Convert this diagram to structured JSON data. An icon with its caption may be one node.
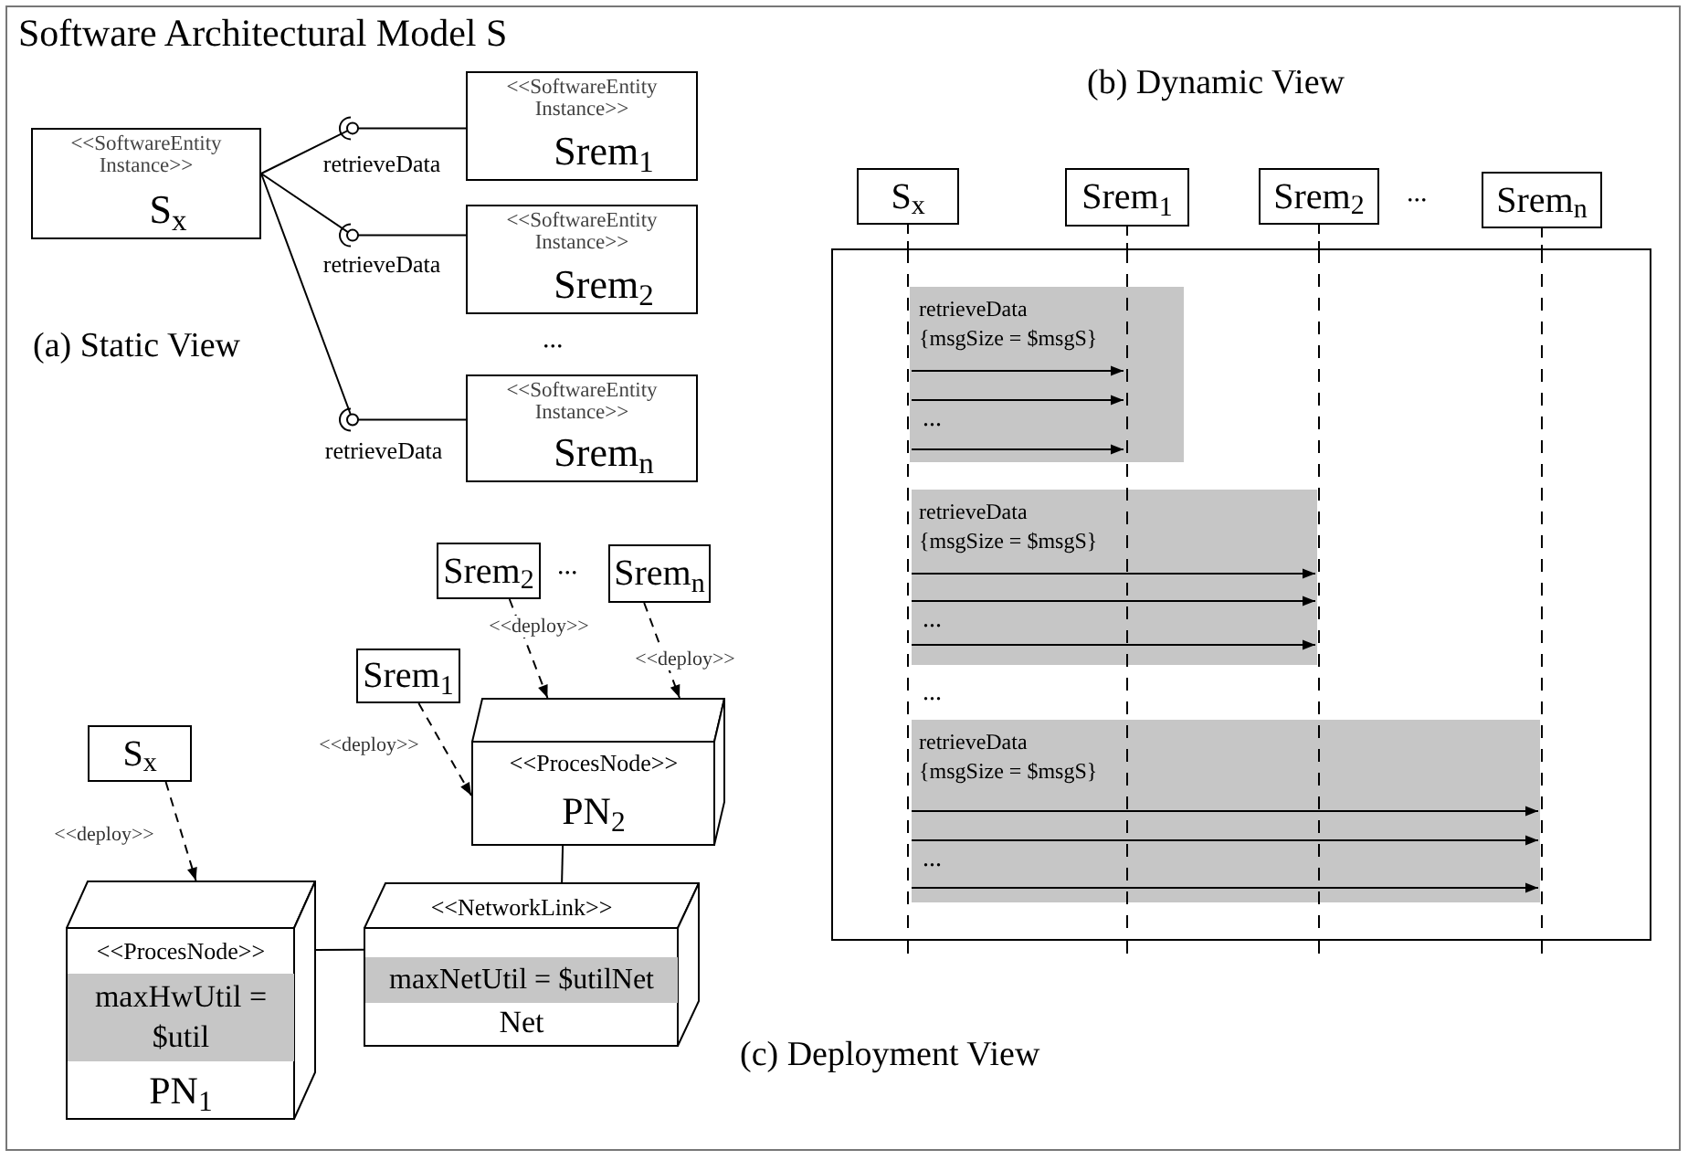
{
  "diagram": {
    "title": "Software Architectural Model S",
    "nodes": [
      {
        "text": [
          "<<SoftwareEntity Instance>>",
          "S$_{x}$"
        ]
      },
      {
        "text": [
          "<<SoftwareEntity Instance>>",
          "Srem$_{1}$"
        ]
      },
      {
        "text": [
          "<<SoftwareEntity Instance>>",
          "Srem$_{2}$"
        ]
      },
      {
        "text": [
          "<<SoftwareEntity Instance>>",
          "Srem$_{n}$"
        ]
      },
      {
        "text": [
          "S$_{x}$"
        ]
      },
      {
        "text": [
          "Srem$_{1}$"
        ]
      },
      {
        "text": [
          "Srem$_{2}$"
        ]
      },
      {
        "text": [
          "Srem$_{n}$"
        ]
      },
      {
        "text": [],
        "shape": "box"
      },
      {
        "text": [
          "Srem$_{2}$"
        ]
      },
      {
        "text": [
          "Srem$_{n}$"
        ]
      },
      {
        "text": [
          "Srem$_{1}$"
        ]
      },
      {
        "text": [
          "S$_{x}$"
        ]
      },
      {
        "text": [
          "<<ProcesNode>>",
          "PN$_{2}$"
        ]
      },
      {
        "text": [
          "<<NetworkLink>>",
          "maxNetUtil = $utilNet",
          "Net"
        ]
      },
      {
        "text": [
          "<<ProcesNode>>",
          "maxHwUtil = $util",
          "PN$_{1}$"
        ]
      },
      {
        "text": [],
        "shape": "bar",
        "in": 8
      },
      {
        "text": [],
        "shape": "bar",
        "in": 8
      },
      {
        "text": [],
        "shape": "bar",
        "in": 8
      },
      {
        "text": [],
        "shape": "bar",
        "in": 8
      }
    ],
    "edges": [
      {
        "from": 0,
        "to": 1,
        "arrow": "none",
        "label": "retrieveData"
      },
      {
        "from": 0,
        "to": 2,
        "arrow": "none",
        "label": "retrieveData"
      },
      {
        "from": 0,
        "to": 3,
        "arrow": "none",
        "label": "retrieveData"
      },
      {
        "from": 16,
        "to": 17,
        "arrow": "to",
        "label": "retrieveData {msgSize = $msgS}"
      },
      {
        "from": 16,
        "to": 17,
        "arrow": "to"
      },
      {
        "from": 16,
        "to": 17,
        "arrow": "to"
      },
      {
        "from": 16,
        "to": 18,
        "arrow": "to",
        "label": "retrieveData {msgSize = $msgS}"
      },
      {
        "from": 16,
        "to": 18,
        "arrow": "to"
      },
      {
        "from": 16,
        "to": 18,
        "arrow": "to"
      },
      {
        "from": 16,
        "to": 19,
        "arrow": "to",
        "label": "retrieveData {msgSize = $msgS}"
      },
      {
        "from": 16,
        "to": 19,
        "arrow": "to"
      },
      {
        "from": 16,
        "to": 19,
        "arrow": "to"
      },
      {
        "from": 9,
        "to": 13,
        "arrow": "to",
        "style": "dashed",
        "label": "<<deploy>>"
      },
      {
        "from": 10,
        "to": 13,
        "arrow": "to",
        "style": "dashed",
        "label": "<<deploy>>"
      },
      {
        "from": 11,
        "to": 13,
        "arrow": "to",
        "style": "dashed",
        "label": "<<deploy>>"
      },
      {
        "from": 12,
        "to": 15,
        "arrow": "to",
        "style": "dashed",
        "label": "<<deploy>>"
      },
      {
        "from": 13,
        "to": 14,
        "arrow": "none"
      },
      {
        "from": 15,
        "to": 14,
        "arrow": "none"
      },
      {
        "from": 4,
        "to": 16,
        "arrow": "none",
        "style": "dashed"
      },
      {
        "from": 5,
        "to": 17,
        "arrow": "none",
        "style": "dashed"
      },
      {
        "from": 6,
        "to": 18,
        "arrow": "none",
        "style": "dashed"
      },
      {
        "from": 7,
        "to": 19,
        "arrow": "none",
        "style": "dashed"
      }
    ],
    "labels": [
      "(a) Static View",
      "...",
      "(b) Dynamic View",
      "...",
      "...",
      "...",
      "...",
      "...",
      "...",
      "(c) Deployment View"
    ]
  }
}
